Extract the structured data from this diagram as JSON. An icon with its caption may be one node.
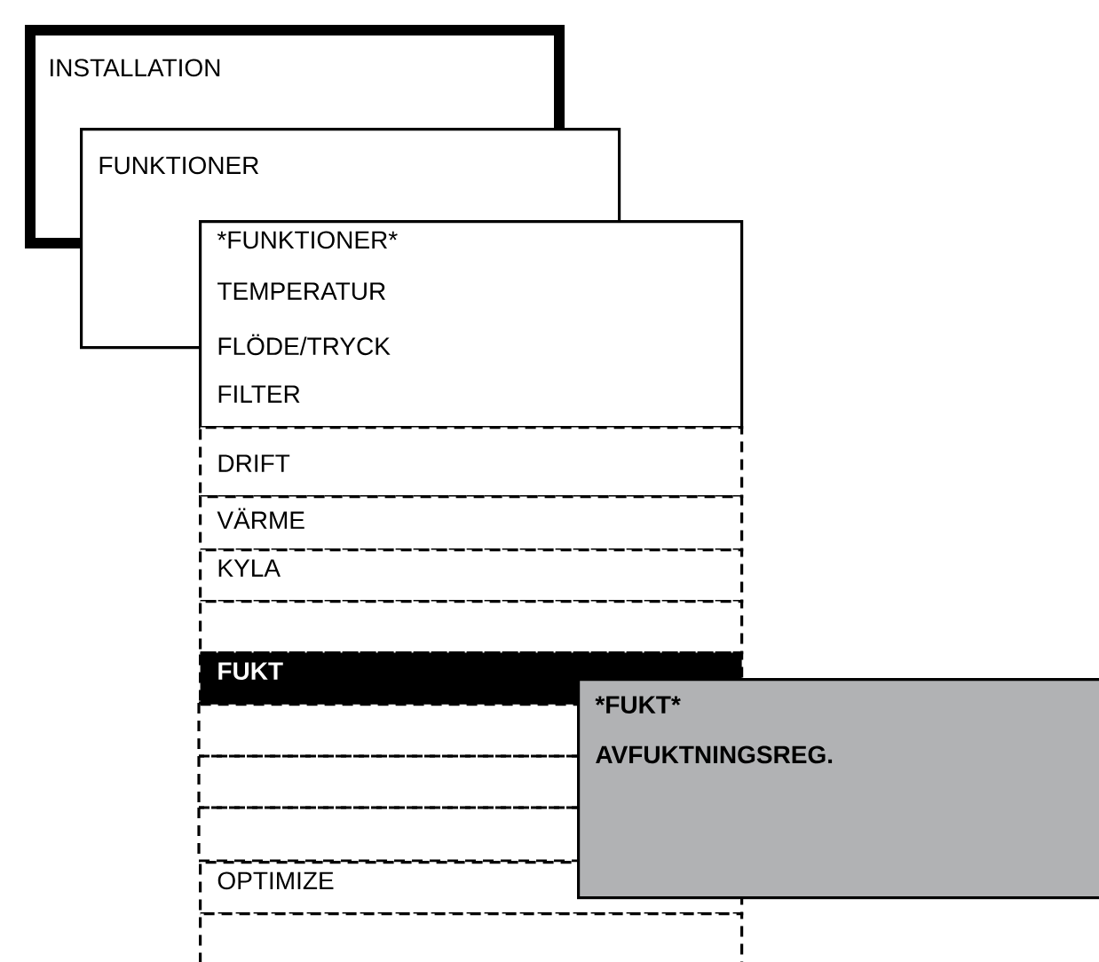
{
  "diagram": {
    "nodes": [
      {
        "text": [
          "INSTALLATION"
        ]
      },
      {
        "text": [
          "FUNKTIONER"
        ]
      },
      {
        "text": [
          "*FUNKTIONER*",
          "TEMPERATUR",
          "FLÖDE/TRYCK",
          "FILTER"
        ]
      },
      {
        "text": [
          "DRIFT"
        ]
      },
      {
        "text": [
          "VÄRME"
        ]
      },
      {
        "text": [
          "KYLA"
        ]
      },
      {
        "text": [],
        "shape": "box"
      },
      {
        "text": [
          "FUKT"
        ]
      },
      {
        "text": [],
        "shape": "box"
      },
      {
        "text": [],
        "shape": "box"
      },
      {
        "text": [],
        "shape": "box"
      },
      {
        "text": [
          "OPTIMIZE"
        ]
      },
      {
        "text": [],
        "shape": "box"
      },
      {
        "text": [
          "*FUKT*",
          "AVFUKTNINGSREG."
        ]
      }
    ]
  }
}
